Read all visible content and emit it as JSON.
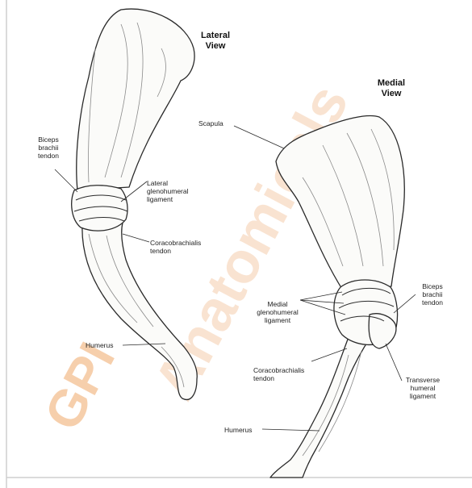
{
  "watermark": {
    "brand": "GPI",
    "text": "Anatomicals",
    "color": "#f3c29a",
    "brand_color": "#f0a869"
  },
  "views": {
    "lateral": "Lateral\nView",
    "medial": "Medial\nView"
  },
  "lateral_labels": {
    "biceps": "Biceps\nbrachii\ntendon",
    "lateral_gh": "Lateral\nglenohumeral\nligament",
    "coraco": "Coracobrachialis\ntendon",
    "humerus": "Humerus"
  },
  "scapula": "Scapula",
  "medial_labels": {
    "medial_gh": "Medial\nglenohumeral\nligament",
    "biceps": "Biceps\nbrachii\ntendon",
    "coraco": "Coracobrachialis\ntendon",
    "transverse": "Transverse\nhumeral\nligament",
    "humerus": "Humerus"
  },
  "colors": {
    "bone_fill": "#fbfbf9",
    "outline": "#2a2a2a",
    "shade": "#8a8a8a",
    "frame": "#cfcfcf"
  }
}
